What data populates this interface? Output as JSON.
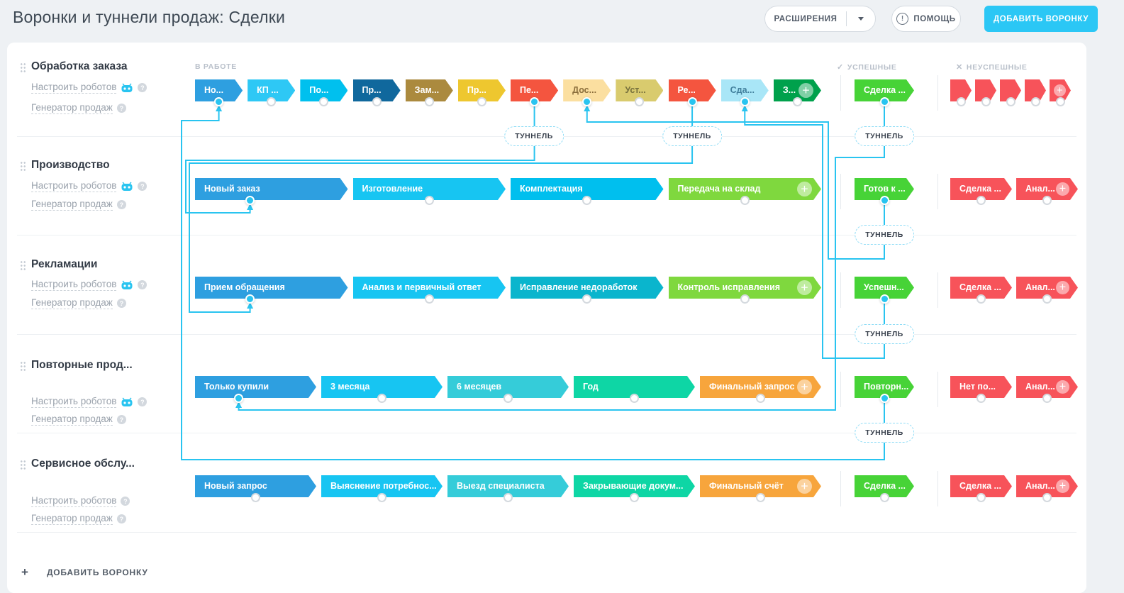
{
  "page": {
    "title": "Воронки и туннели продаж: Сделки"
  },
  "toolbar": {
    "extensions": "РАСШИРЕНИЯ",
    "help": "ПОМОЩЬ",
    "add_funnel": "ДОБАВИТЬ ВОРОНКУ"
  },
  "columns": {
    "in_progress": "В РАБОТЕ",
    "success": "УСПЕШНЫЕ",
    "fail": "НЕУСПЕШНЫЕ",
    "success_icon": "✓",
    "fail_icon": "✕"
  },
  "tunnel_badge": "ТУННЕЛЬ",
  "funnel_links": {
    "robots": "Настроить роботов",
    "generator": "Генератор продаж"
  },
  "footer": {
    "add_funnel": "ДОБАВИТЬ ВОРОНКУ"
  },
  "colors": {
    "accent": "#2bc7f5",
    "connector": "#29c4f0",
    "success_green": "#47d337",
    "fail_red": "#f7535a"
  },
  "funnels": [
    {
      "title": "Обработка заказа",
      "robot_icon": true,
      "stages": [
        {
          "label": "Но...",
          "color": "#2e9fe0",
          "dot": "filled",
          "arrow_in": true
        },
        {
          "label": "КП ...",
          "color": "#2ec8f5",
          "dot": "empty"
        },
        {
          "label": "По...",
          "color": "#00c0ee",
          "dot": "empty"
        },
        {
          "label": "Пр...",
          "color": "#10689d",
          "dot": "empty"
        },
        {
          "label": "Зам...",
          "color": "#ab8a3e",
          "dot": "empty"
        },
        {
          "label": "Пр...",
          "color": "#eec72f",
          "dot": "empty"
        },
        {
          "label": "Пе...",
          "color": "#f4553f",
          "dot": "filled"
        },
        {
          "label": "Дос...",
          "color": "#fbdfa0",
          "text": "#8a6d3b",
          "dot": "filled",
          "arrow_in": true
        },
        {
          "label": "Уст...",
          "color": "#d9cb6e",
          "text": "#77713d",
          "dot": "empty"
        },
        {
          "label": "Ре...",
          "color": "#f4553f",
          "dot": "filled"
        },
        {
          "label": "Сда...",
          "color": "#a9e6f7",
          "text": "#42809d",
          "dot": "filled",
          "arrow_in": true
        },
        {
          "label": "З...",
          "color": "#00a14c",
          "dot": "empty",
          "plus": true
        }
      ],
      "success": {
        "label": "Сделка ...",
        "color": "#47d337",
        "dot": "filled"
      },
      "fail": [
        {
          "label": "",
          "color": "#f7535a",
          "dot": "empty"
        },
        {
          "label": "",
          "color": "#f7535a",
          "dot": "empty"
        },
        {
          "label": "",
          "color": "#f7535a",
          "dot": "empty"
        },
        {
          "label": "",
          "color": "#f7535a",
          "dot": "empty"
        },
        {
          "label": "",
          "color": "#f7535a",
          "dot": "empty",
          "plus": true
        }
      ]
    },
    {
      "title": "Производство",
      "robot_icon": true,
      "stages": [
        {
          "label": "Новый заказ",
          "color": "#2e9fe0",
          "dot": "filled",
          "arrow_in": true
        },
        {
          "label": "Изготовление",
          "color": "#17c5f2",
          "dot": "empty"
        },
        {
          "label": "Комплектация",
          "color": "#00bfee",
          "dot": "empty"
        },
        {
          "label": "Передача на склад",
          "color": "#7fd83e",
          "dot": "empty",
          "plus": true
        }
      ],
      "success": {
        "label": "Готов к ...",
        "color": "#47d337",
        "dot": "filled"
      },
      "fail": [
        {
          "label": "Сделка ...",
          "color": "#f7535a",
          "dot": "empty"
        },
        {
          "label": "Анал...",
          "color": "#f7535a",
          "dot": "empty",
          "plus": true
        }
      ]
    },
    {
      "title": "Рекламации",
      "robot_icon": true,
      "stages": [
        {
          "label": "Прием обращения",
          "color": "#2e9fe0",
          "dot": "filled",
          "arrow_in": true
        },
        {
          "label": "Анализ и первичный ответ",
          "color": "#17c5f2",
          "dot": "empty"
        },
        {
          "label": "Исправление недоработок",
          "color": "#0ab5cd",
          "dot": "empty"
        },
        {
          "label": "Контроль исправления",
          "color": "#7fd83e",
          "dot": "empty",
          "plus": true
        }
      ],
      "success": {
        "label": "Успешн...",
        "color": "#47d337",
        "dot": "filled"
      },
      "fail": [
        {
          "label": "Сделка ...",
          "color": "#f7535a",
          "dot": "empty"
        },
        {
          "label": "Анал...",
          "color": "#f7535a",
          "dot": "empty",
          "plus": true
        }
      ]
    },
    {
      "title": "Повторные прод...",
      "robot_icon": true,
      "stages": [
        {
          "label": "Только купили",
          "color": "#2e9fe0",
          "dot": "filled",
          "arrow_in": true
        },
        {
          "label": "3 месяца",
          "color": "#17c5f2",
          "dot": "empty"
        },
        {
          "label": "6 месяцев",
          "color": "#35ccd9",
          "dot": "empty"
        },
        {
          "label": "Год",
          "color": "#0ed6a5",
          "dot": "empty"
        },
        {
          "label": "Финальный запрос",
          "color": "#f7a53c",
          "dot": "empty",
          "plus": true
        }
      ],
      "success": {
        "label": "Повторн...",
        "color": "#47d337",
        "dot": "filled"
      },
      "fail": [
        {
          "label": "Нет по...",
          "color": "#f7535a",
          "dot": "empty"
        },
        {
          "label": "Анал...",
          "color": "#f7535a",
          "dot": "empty",
          "plus": true
        }
      ]
    },
    {
      "title": "Сервисное обслу...",
      "robot_icon": false,
      "stages": [
        {
          "label": "Новый запрос",
          "color": "#2e9fe0",
          "dot": "empty"
        },
        {
          "label": "Выяснение потребнос...",
          "color": "#17c5f2",
          "dot": "empty"
        },
        {
          "label": "Выезд специалиста",
          "color": "#35ccd9",
          "dot": "empty"
        },
        {
          "label": "Закрывающие докум...",
          "color": "#0ed6a5",
          "dot": "empty"
        },
        {
          "label": "Финальный счёт",
          "color": "#f7a53c",
          "dot": "empty",
          "plus": true
        }
      ],
      "success": {
        "label": "Сделка ...",
        "color": "#47d337",
        "dot": "empty"
      },
      "fail": [
        {
          "label": "Сделка ...",
          "color": "#f7535a",
          "dot": "empty"
        },
        {
          "label": "Анал...",
          "color": "#f7535a",
          "dot": "empty",
          "plus": true
        }
      ]
    }
  ],
  "tunnels": [
    {
      "from": {
        "funnel": 0,
        "stage": 6
      },
      "to": {
        "funnel": 1,
        "stage": 0
      }
    },
    {
      "from": {
        "funnel": 0,
        "stage": 9
      },
      "to": {
        "funnel": 2,
        "stage": 0
      }
    },
    {
      "from": {
        "funnel": 0,
        "stage": "success"
      },
      "to": {
        "funnel": 3,
        "stage": 0
      }
    },
    {
      "from": {
        "funnel": 1,
        "stage": "success"
      },
      "to": {
        "funnel": 0,
        "stage": 7
      }
    },
    {
      "from": {
        "funnel": 2,
        "stage": "success"
      },
      "to": {
        "funnel": 0,
        "stage": 10
      }
    },
    {
      "from": {
        "funnel": 3,
        "stage": "success"
      },
      "to": {
        "funnel": 0,
        "stage": 0
      }
    }
  ]
}
